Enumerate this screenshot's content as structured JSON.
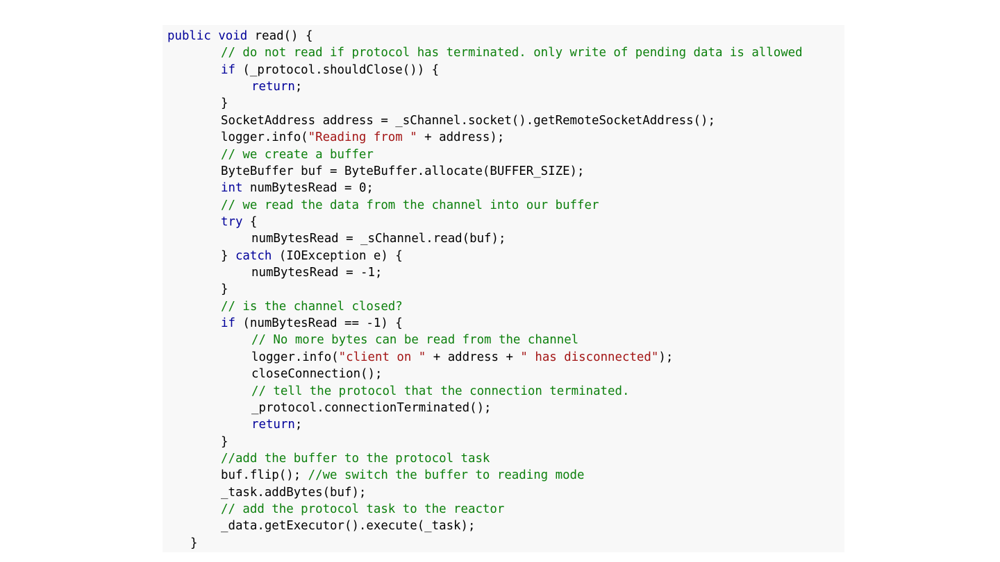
{
  "colors": {
    "background": "#ffffff",
    "code_background": "#f8f8f8",
    "keyword": "#00009a",
    "comment": "#0d800d",
    "string": "#a31515",
    "plain": "#000000"
  },
  "code": {
    "language": "java",
    "lines": [
      {
        "indent": 0,
        "tokens": [
          {
            "t": "kw",
            "v": "public"
          },
          {
            "t": "pl",
            "v": " "
          },
          {
            "t": "kw",
            "v": "void"
          },
          {
            "t": "pl",
            "v": " read() {"
          }
        ]
      },
      {
        "indent": 1,
        "tokens": [
          {
            "t": "cm",
            "v": "// do not read if protocol has terminated. only write of pending data is allowed"
          }
        ]
      },
      {
        "indent": 1,
        "tokens": [
          {
            "t": "kw",
            "v": "if"
          },
          {
            "t": "pl",
            "v": " (_protocol.shouldClose()) {"
          }
        ]
      },
      {
        "indent": 2,
        "tokens": [
          {
            "t": "kw",
            "v": "return"
          },
          {
            "t": "pl",
            "v": ";"
          }
        ]
      },
      {
        "indent": 1,
        "tokens": [
          {
            "t": "pl",
            "v": "}"
          }
        ]
      },
      {
        "indent": 1,
        "tokens": [
          {
            "t": "pl",
            "v": "SocketAddress address = _sChannel.socket().getRemoteSocketAddress();"
          }
        ]
      },
      {
        "indent": 1,
        "tokens": [
          {
            "t": "pl",
            "v": "logger.info("
          },
          {
            "t": "str",
            "v": "\"Reading from \""
          },
          {
            "t": "pl",
            "v": " + address);"
          }
        ]
      },
      {
        "indent": 1,
        "tokens": [
          {
            "t": "cm",
            "v": "// we create a buffer"
          }
        ]
      },
      {
        "indent": 1,
        "tokens": [
          {
            "t": "pl",
            "v": "ByteBuffer buf = ByteBuffer.allocate(BUFFER_SIZE);"
          }
        ]
      },
      {
        "indent": 1,
        "tokens": [
          {
            "t": "kw",
            "v": "int"
          },
          {
            "t": "pl",
            "v": " numBytesRead = 0;"
          }
        ]
      },
      {
        "indent": 1,
        "tokens": [
          {
            "t": "cm",
            "v": "// we read the data from the channel into our buffer"
          }
        ]
      },
      {
        "indent": 1,
        "tokens": [
          {
            "t": "kw",
            "v": "try"
          },
          {
            "t": "pl",
            "v": " {"
          }
        ]
      },
      {
        "indent": 2,
        "tokens": [
          {
            "t": "pl",
            "v": "numBytesRead = _sChannel.read(buf);"
          }
        ]
      },
      {
        "indent": 1,
        "tokens": [
          {
            "t": "pl",
            "v": "} "
          },
          {
            "t": "kw",
            "v": "catch"
          },
          {
            "t": "pl",
            "v": " (IOException e) {"
          }
        ]
      },
      {
        "indent": 2,
        "tokens": [
          {
            "t": "pl",
            "v": "numBytesRead = -1;"
          }
        ]
      },
      {
        "indent": 1,
        "tokens": [
          {
            "t": "pl",
            "v": "}"
          }
        ]
      },
      {
        "indent": 1,
        "tokens": [
          {
            "t": "cm",
            "v": "// is the channel closed?"
          }
        ]
      },
      {
        "indent": 1,
        "tokens": [
          {
            "t": "kw",
            "v": "if"
          },
          {
            "t": "pl",
            "v": " (numBytesRead == -1) {"
          }
        ]
      },
      {
        "indent": 2,
        "tokens": [
          {
            "t": "cm",
            "v": "// No more bytes can be read from the channel"
          }
        ]
      },
      {
        "indent": 2,
        "tokens": [
          {
            "t": "pl",
            "v": "logger.info("
          },
          {
            "t": "str",
            "v": "\"client on \""
          },
          {
            "t": "pl",
            "v": " + address + "
          },
          {
            "t": "str",
            "v": "\" has disconnected\""
          },
          {
            "t": "pl",
            "v": ");"
          }
        ]
      },
      {
        "indent": 2,
        "tokens": [
          {
            "t": "pl",
            "v": "closeConnection();"
          }
        ]
      },
      {
        "indent": 2,
        "tokens": [
          {
            "t": "cm",
            "v": "// tell the protocol that the connection terminated."
          }
        ]
      },
      {
        "indent": 2,
        "tokens": [
          {
            "t": "pl",
            "v": "_protocol.connectionTerminated();"
          }
        ]
      },
      {
        "indent": 2,
        "tokens": [
          {
            "t": "kw",
            "v": "return"
          },
          {
            "t": "pl",
            "v": ";"
          }
        ]
      },
      {
        "indent": 1,
        "tokens": [
          {
            "t": "pl",
            "v": "}"
          }
        ]
      },
      {
        "indent": 1,
        "tokens": [
          {
            "t": "cm",
            "v": "//add the buffer to the protocol task"
          }
        ]
      },
      {
        "indent": 1,
        "tokens": [
          {
            "t": "pl",
            "v": "buf.flip(); "
          },
          {
            "t": "cm",
            "v": "//we switch the buffer to reading mode"
          }
        ]
      },
      {
        "indent": 1,
        "tokens": [
          {
            "t": "pl",
            "v": "_task.addBytes(buf);"
          }
        ]
      },
      {
        "indent": 1,
        "tokens": [
          {
            "t": "cm",
            "v": "// add the protocol task to the reactor"
          }
        ]
      },
      {
        "indent": 1,
        "tokens": [
          {
            "t": "pl",
            "v": "_data.getExecutor().execute(_task);"
          }
        ]
      },
      {
        "indent": -1,
        "tokens": [
          {
            "t": "pl",
            "v": "}"
          }
        ]
      }
    ]
  }
}
